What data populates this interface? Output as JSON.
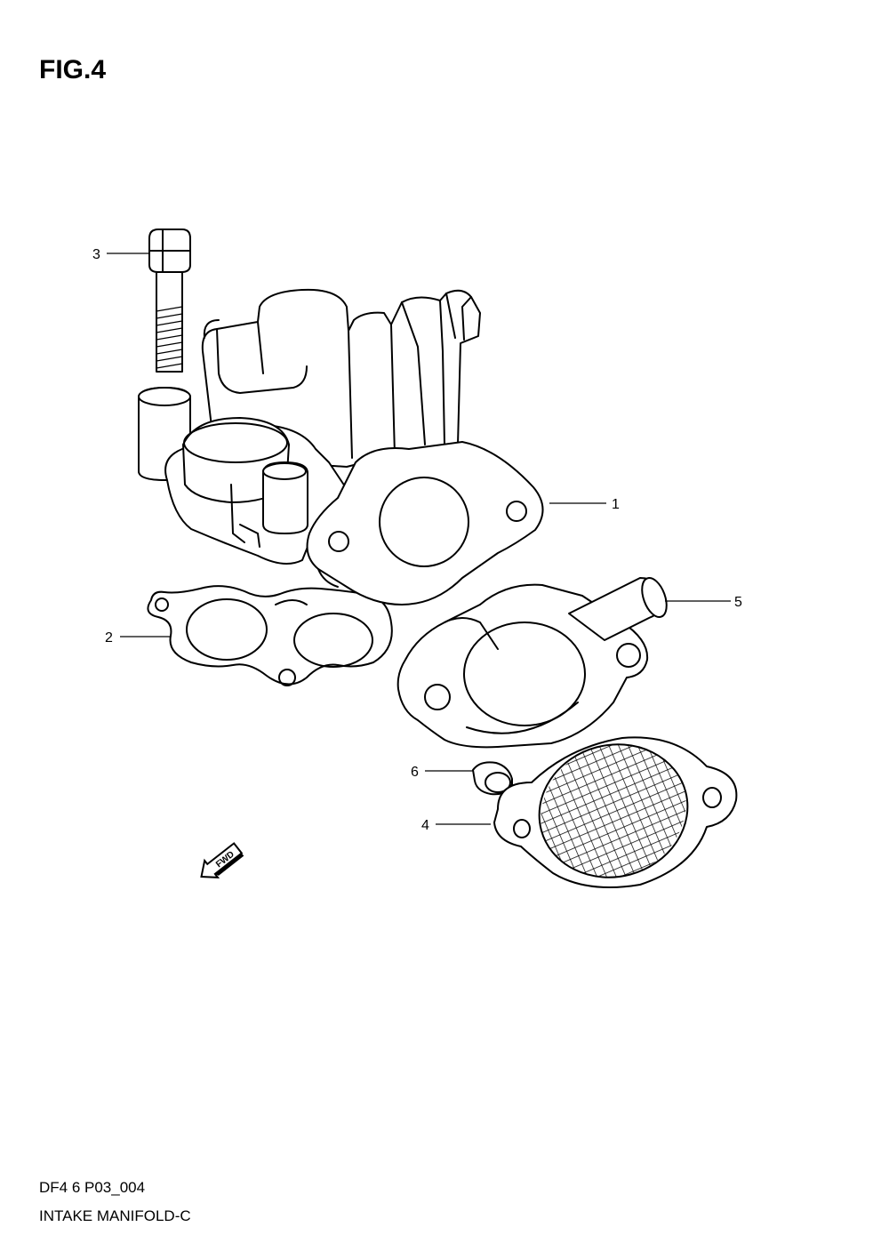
{
  "figure": {
    "title": "FIG.4",
    "code": "DF4 6 P03_004",
    "subtitle": "INTAKE MANIFOLD-C"
  },
  "callouts": {
    "c1": "1",
    "c2": "2",
    "c3": "3",
    "c4": "4",
    "c5": "5",
    "c6": "6"
  },
  "fwd_label": "FWD",
  "icons": {
    "fwd_arrow": "fwd-arrow-icon"
  }
}
